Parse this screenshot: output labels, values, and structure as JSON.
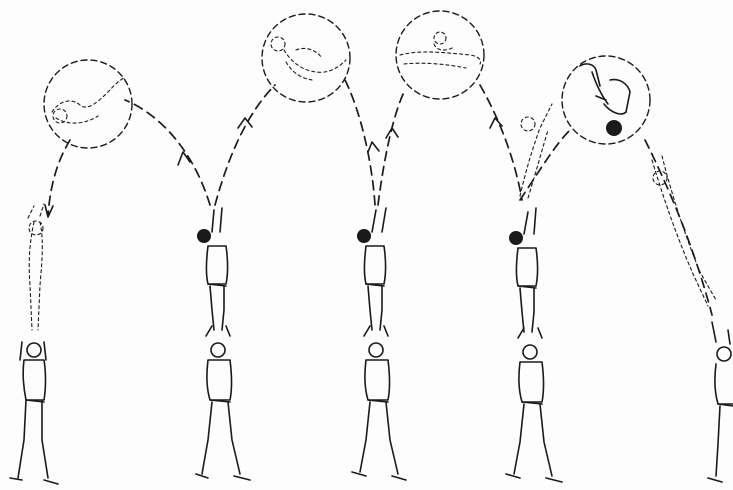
{
  "figure": {
    "description_labels": [],
    "palette": {
      "ink": "#1a1a1a",
      "paper": "#fdfdfd"
    }
  },
  "phases": [
    {
      "id": "phase-1",
      "has_base": true,
      "flyer_state": "landing",
      "inset": "tucked-rotation"
    },
    {
      "id": "phase-2",
      "has_base": true,
      "flyer_state": "standing-on-shoulders",
      "inset": "tucked-rotation"
    },
    {
      "id": "phase-3",
      "has_base": true,
      "flyer_state": "standing-on-shoulders",
      "inset": "layout-rotation"
    },
    {
      "id": "phase-4",
      "has_base": true,
      "flyer_state": "standing-on-shoulders",
      "inset": "pike-rotation"
    },
    {
      "id": "phase-5",
      "has_base": true,
      "flyer_state": "descending",
      "inset": "none"
    }
  ]
}
